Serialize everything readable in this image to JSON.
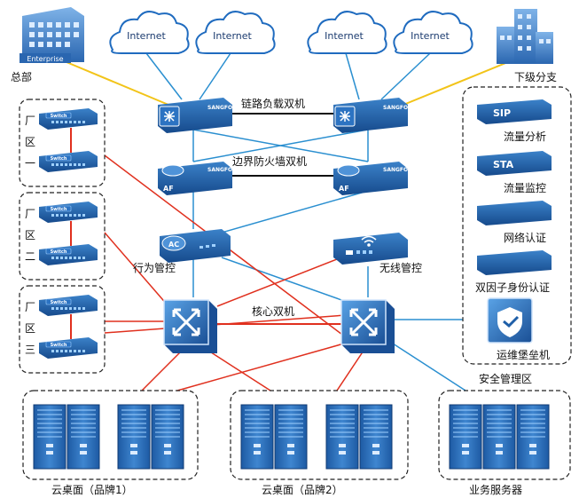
{
  "clouds": [
    "Internet",
    "Internet",
    "Internet",
    "Internet"
  ],
  "sites": {
    "hq": {
      "label": "总部",
      "sign": "Enterprise"
    },
    "branch": {
      "label": "下级分支"
    }
  },
  "links": {
    "load_balance": "链路负载双机",
    "firewall": "边界防火墙双机",
    "core": "核心双机"
  },
  "devices": {
    "behavior": {
      "label": "行为管控",
      "badge": "AC"
    },
    "wireless": {
      "label": "无线管控"
    },
    "firewall_badge": "AF",
    "switch_badge": "Switch",
    "vendor_mark": "SANGFOR"
  },
  "factory_areas": [
    {
      "lines": [
        "厂",
        "区",
        "一"
      ]
    },
    {
      "lines": [
        "厂",
        "区",
        "二"
      ]
    },
    {
      "lines": [
        "厂",
        "区",
        "三"
      ]
    }
  ],
  "security_zone": {
    "title": "安全管理区",
    "items": [
      {
        "badge": "SIP",
        "label": "流量分析"
      },
      {
        "badge": "STA",
        "label": "流量监控"
      },
      {
        "badge": "",
        "label": "网络认证"
      },
      {
        "badge": "",
        "label": "双因子身份认证"
      },
      {
        "badge": "",
        "label": "运维堡垒机"
      }
    ]
  },
  "server_groups": [
    {
      "label": "云桌面（品牌1）"
    },
    {
      "label": "云桌面（品牌2）"
    },
    {
      "label": "业务服务器"
    }
  ],
  "colors": {
    "device_blue": "#1f5fa8",
    "device_dark": "#173f78",
    "line_blue": "#2a8fd0",
    "line_red": "#e0301e",
    "line_yellow": "#f2c419",
    "line_black": "#111111"
  }
}
